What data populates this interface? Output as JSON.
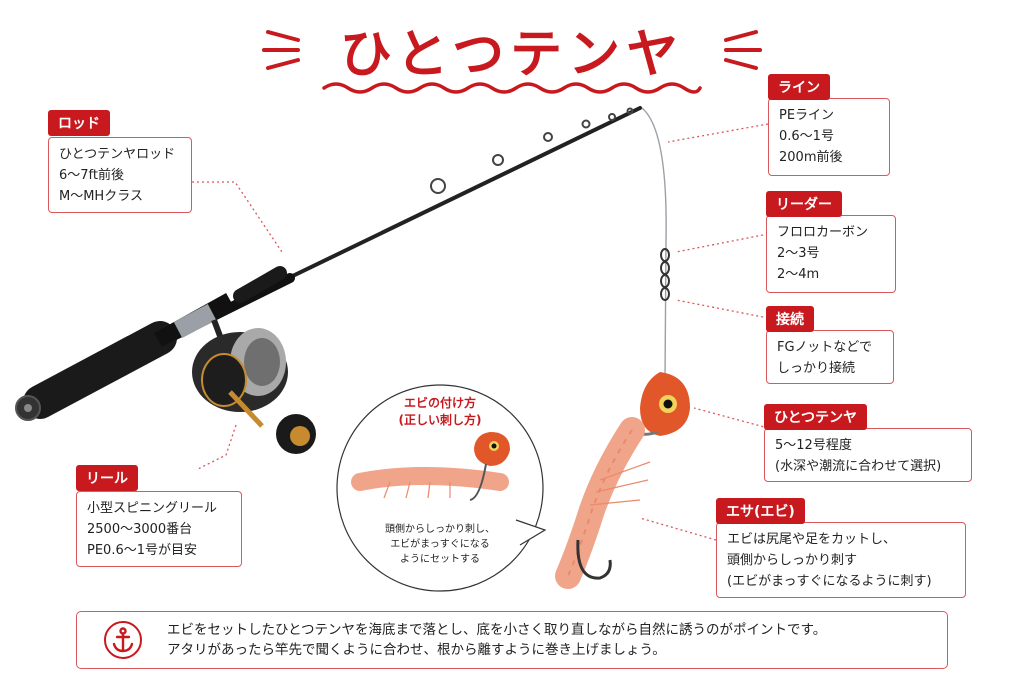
{
  "title": "ひとつテンヤ",
  "colors": {
    "accent": "#c8191e",
    "border": "#d9595c"
  },
  "labels": {
    "rod": {
      "tag": "ロッド",
      "lines": [
        "ひとつテンヤロッド",
        "6〜7ft前後",
        "M〜MHクラス"
      ]
    },
    "reel": {
      "tag": "リール",
      "lines": [
        "小型スピニングリール",
        "2500〜3000番台",
        "PE0.6〜1号が目安"
      ]
    },
    "line": {
      "tag": "ライン",
      "lines": [
        "PEライン",
        "0.6〜1号",
        "200m前後"
      ]
    },
    "leader": {
      "tag": "リーダー",
      "lines": [
        "フロロカーボン",
        "2〜3号",
        "2〜4m"
      ]
    },
    "knot": {
      "tag": "接続",
      "lines": [
        "FGノットなどで",
        "しっかり接続"
      ]
    },
    "tenya": {
      "tag": "ひとつテンヤ",
      "lines": [
        "5〜12号程度",
        "(水深や潮流に合わせて選択)"
      ]
    },
    "bait": {
      "tag": "エサ(エビ)",
      "lines": [
        "エビは尻尾や足をカットし、",
        "頭側からしっかり刺す",
        "(エビがまっすぐになるように刺す)"
      ]
    }
  },
  "bubble": {
    "title_lines": [
      "エビの付け方",
      "(正しい刺し方)"
    ],
    "text_lines": [
      "頭側からしっかり刺し、",
      "エビがまっすぐになる",
      "ようにセットする"
    ]
  },
  "bottom": {
    "icon": "anchor-icon",
    "lines": [
      "エビをセットしたひとつテンヤを海底まで落とし、底を小さく取り直しながら自然に誘うのがポイントです。",
      "アタリがあったら竿先で聞くように合わせ、根から離すように巻き上げましょう。"
    ]
  }
}
